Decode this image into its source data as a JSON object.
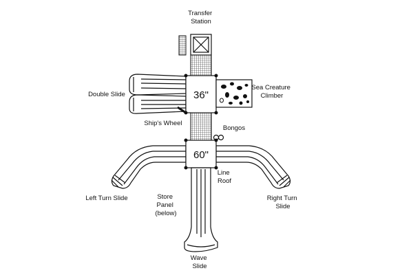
{
  "labels": {
    "transfer_station": [
      "Transfer",
      "Station"
    ],
    "double_slide": "Double Slide",
    "sea_creature": [
      "Sea Creature",
      "Climber"
    ],
    "ships_wheel": "Ship's Wheel",
    "bongos": "Bongos",
    "line_roof": [
      "Line",
      "Roof"
    ],
    "left_turn": "Left Turn Slide",
    "right_turn": [
      "Right Turn",
      "Slide"
    ],
    "store_panel": [
      "Store",
      "Panel",
      "(below)"
    ],
    "wave_slide": [
      "Wave",
      "Slide"
    ]
  },
  "decks": {
    "upper": "36\"",
    "lower": "60\""
  }
}
